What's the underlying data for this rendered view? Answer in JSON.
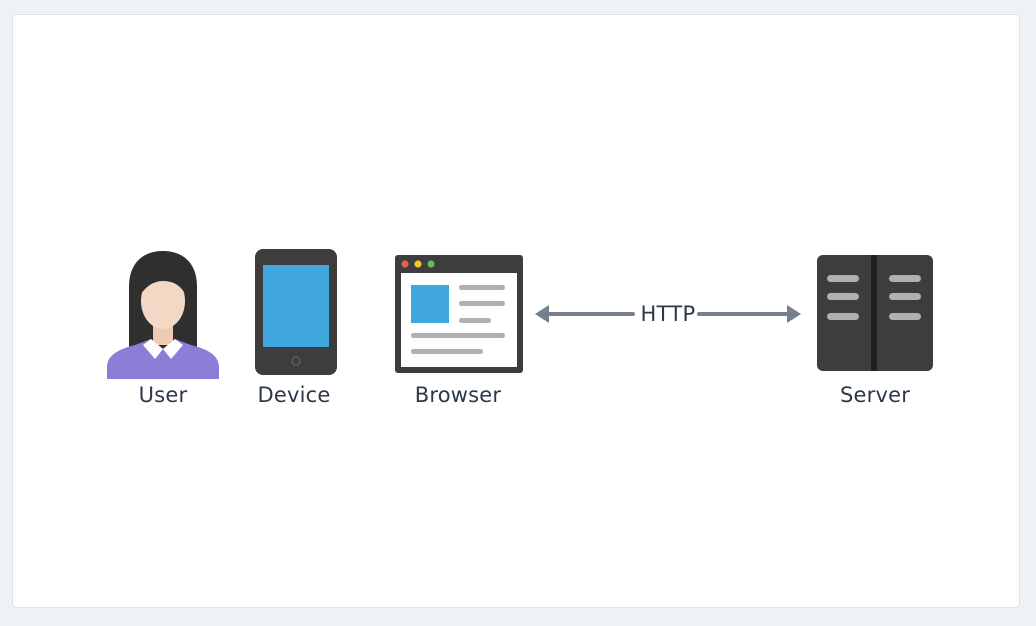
{
  "nodes": {
    "user": {
      "label": "User",
      "icon": "user-icon"
    },
    "device": {
      "label": "Device",
      "icon": "tablet-icon"
    },
    "browser": {
      "label": "Browser",
      "icon": "browser-window-icon"
    },
    "server": {
      "label": "Server",
      "icon": "server-icon"
    }
  },
  "connection": {
    "label": "HTTP",
    "direction": "bidirectional"
  },
  "colors": {
    "background": "#eef1f5",
    "card": "#ffffff",
    "text": "#2d3848",
    "arrow": "#74808c",
    "dark": "#3d3d3d",
    "screen_blue": "#3fa7de",
    "hair": "#2f2f2f",
    "skin": "#f3d8c6",
    "shirt": "#8c7ed8",
    "gray_line": "#b0b0b0",
    "dot_red": "#e8604c",
    "dot_yellow": "#f3c22c",
    "dot_green": "#5fbf58"
  }
}
